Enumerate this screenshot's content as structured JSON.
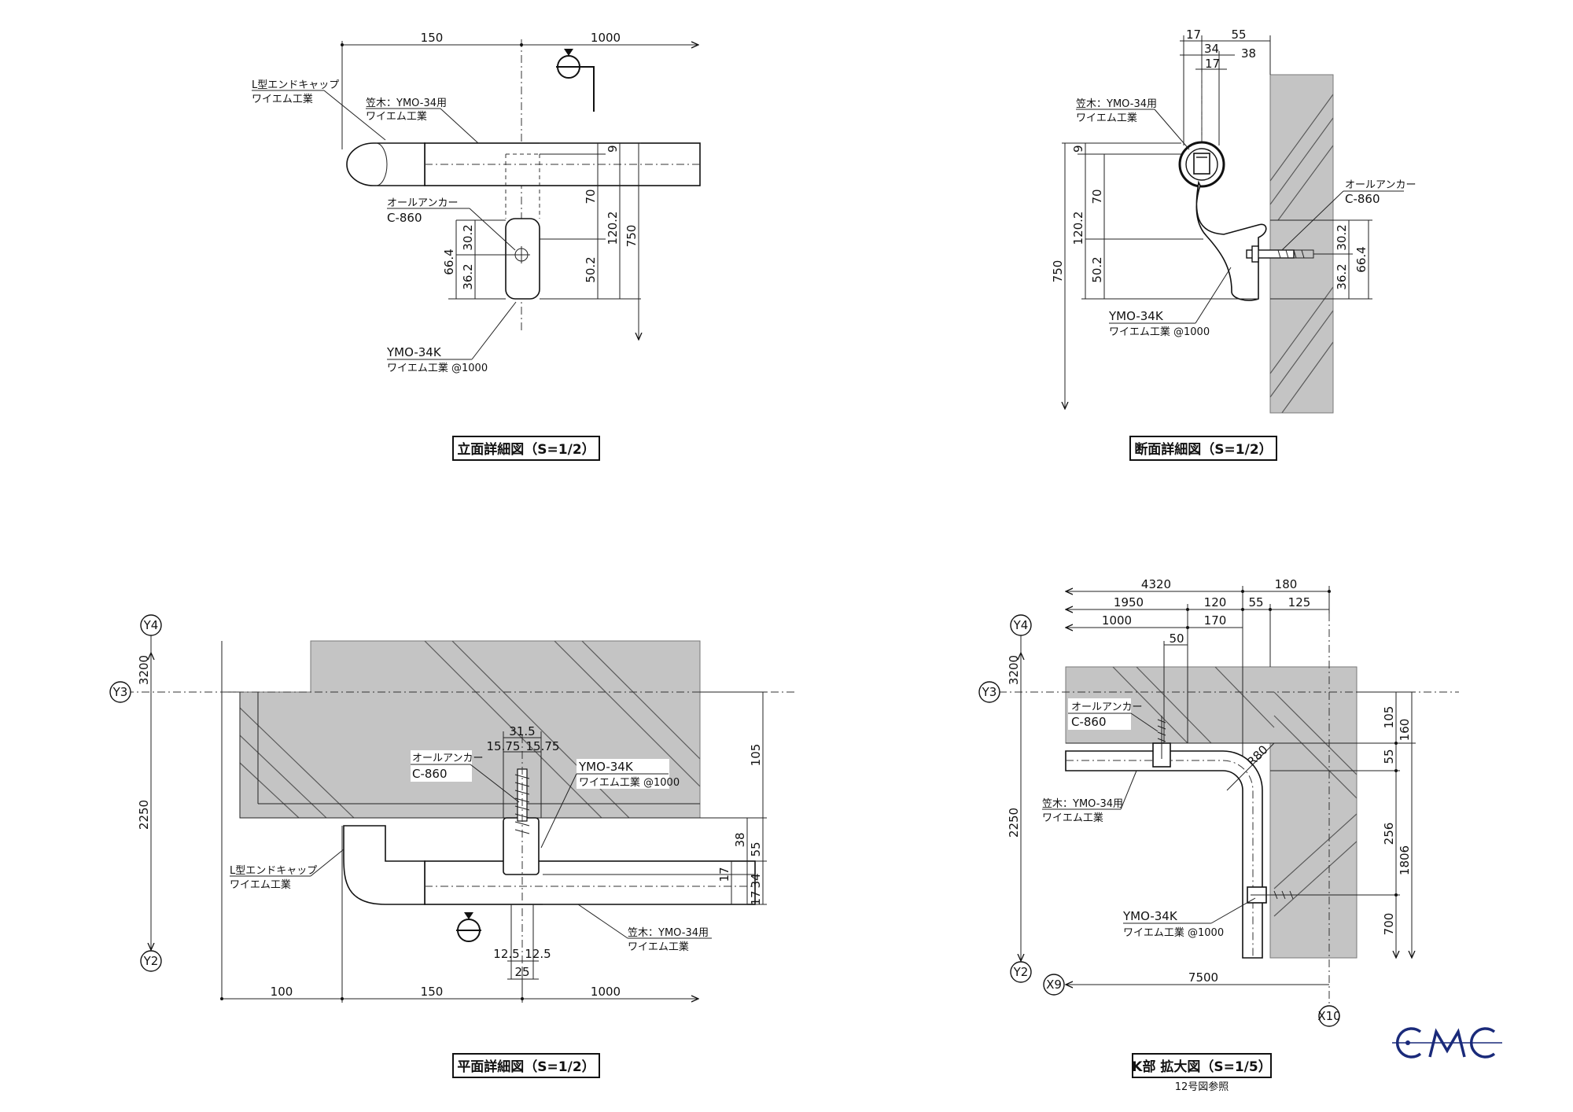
{
  "colors": {
    "ink": "#111111",
    "concrete": "#c4c4c4",
    "logo": "#1a2a7a"
  },
  "icons": {
    "section_marker": "section-cut-marker-icon",
    "logo": "cmc-logo-icon"
  },
  "elevation": {
    "title": "立面詳細図（S=1/2）",
    "dims": {
      "d150": "150",
      "d1000": "1000",
      "d9": "9",
      "d70": "70",
      "d120_2": "120.2",
      "d750": "750",
      "d50_2": "50.2",
      "d30_2": "30.2",
      "d66_4": "66.4",
      "d36_2": "36.2"
    },
    "notes": {
      "endcap_1": "L型エンドキャップ",
      "endcap_2": "ワイエム工業",
      "rail_1": "笠木：YMO-34用",
      "rail_2": "ワイエム工業",
      "anchor_1": "オールアンカー",
      "anchor_2": "C-860",
      "bracket_1": "YMO-34K",
      "bracket_2": "ワイエム工業 @1000"
    }
  },
  "section": {
    "title": "断面詳細図（S=1/2）",
    "dims": {
      "d17a": "17",
      "d55": "55",
      "d34": "34",
      "d38": "38",
      "d17b": "17",
      "d9": "9",
      "d70": "70",
      "d120_2": "120.2",
      "d750": "750",
      "d50_2": "50.2",
      "d30_2": "30.2",
      "d66_4": "66.4",
      "d36_2": "36.2"
    },
    "notes": {
      "rail_1": "笠木：YMO-34用",
      "rail_2": "ワイエム工業",
      "anchor_1": "オールアンカー",
      "anchor_2": "C-860",
      "bracket_1": "YMO-34K",
      "bracket_2": "ワイエム工業 @1000"
    }
  },
  "plan": {
    "title": "平面詳細図（S=1/2）",
    "grid": {
      "y4": "Y4",
      "y3": "Y3",
      "y2": "Y2"
    },
    "dims": {
      "d3200": "3200",
      "d2250": "2250",
      "d31_5": "31.5",
      "d15_75a": "15.75",
      "d15_75b": "15.75",
      "d105": "105",
      "d38": "38",
      "d55": "55",
      "d17a": "17",
      "d34": "34",
      "d17b": "17",
      "d12_5a": "12.5",
      "d12_5b": "12.5",
      "d25": "25",
      "d100": "100",
      "d150": "150",
      "d1000": "1000"
    },
    "notes": {
      "anchor_1": "オールアンカー",
      "anchor_2": "C-860",
      "bracket_1": "YMO-34K",
      "bracket_2": "ワイエム工業 @1000",
      "endcap_1": "L型エンドキャップ",
      "endcap_2": "ワイエム工業",
      "rail_1": "笠木：YMO-34用",
      "rail_2": "ワイエム工業"
    }
  },
  "kpart": {
    "title": "K部 拡大図（S=1/5）",
    "subtitle": "12号図参照",
    "grid": {
      "y4": "Y4",
      "y3": "Y3",
      "y2": "Y2",
      "x9": "X9",
      "x10": "X10"
    },
    "dims": {
      "d4320": "4320",
      "d180": "180",
      "d1950": "1950",
      "d120": "120",
      "d55a": "55",
      "d125": "125",
      "d1000": "1000",
      "d170": "170",
      "d50": "50",
      "d3200": "3200",
      "d2250": "2250",
      "d105": "105",
      "d160": "160",
      "d55b": "55",
      "dR80": "R80",
      "d256": "256",
      "d1806": "1806",
      "d700": "700",
      "d7500": "7500"
    },
    "notes": {
      "anchor_1": "オールアンカー",
      "anchor_2": "C-860",
      "rail_1": "笠木：YMO-34用",
      "rail_2": "ワイエム工業",
      "bracket_1": "YMO-34K",
      "bracket_2": "ワイエム工業 @1000"
    }
  }
}
